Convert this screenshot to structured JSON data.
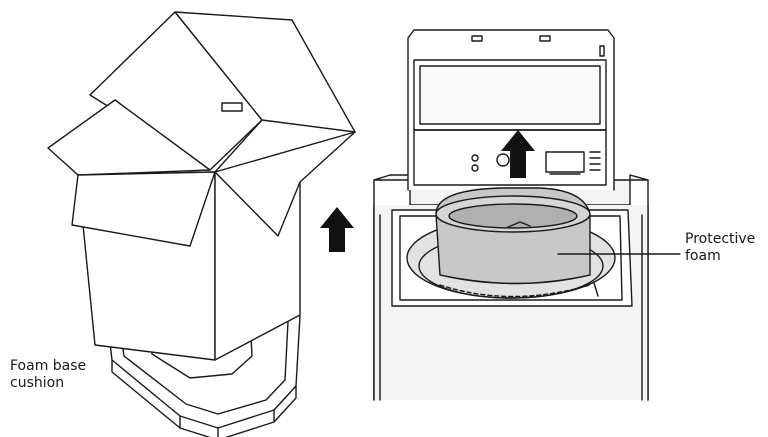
{
  "labels": {
    "foam_base_cushion": {
      "line1": "Foam base",
      "line2": "cushion"
    },
    "protective_foam": {
      "line1": "Protective",
      "line2": "foam"
    }
  },
  "arrows": [
    "up-arrow",
    "up-arrow"
  ],
  "colors": {
    "line": "#1a1a1a",
    "foam_fill": "#c8c8c8",
    "foam_shadow": "#b0b0b0",
    "machine_fill": "#f4f4f4",
    "tub_fill": "#e2e2e2",
    "arrow_fill": "#111111"
  }
}
